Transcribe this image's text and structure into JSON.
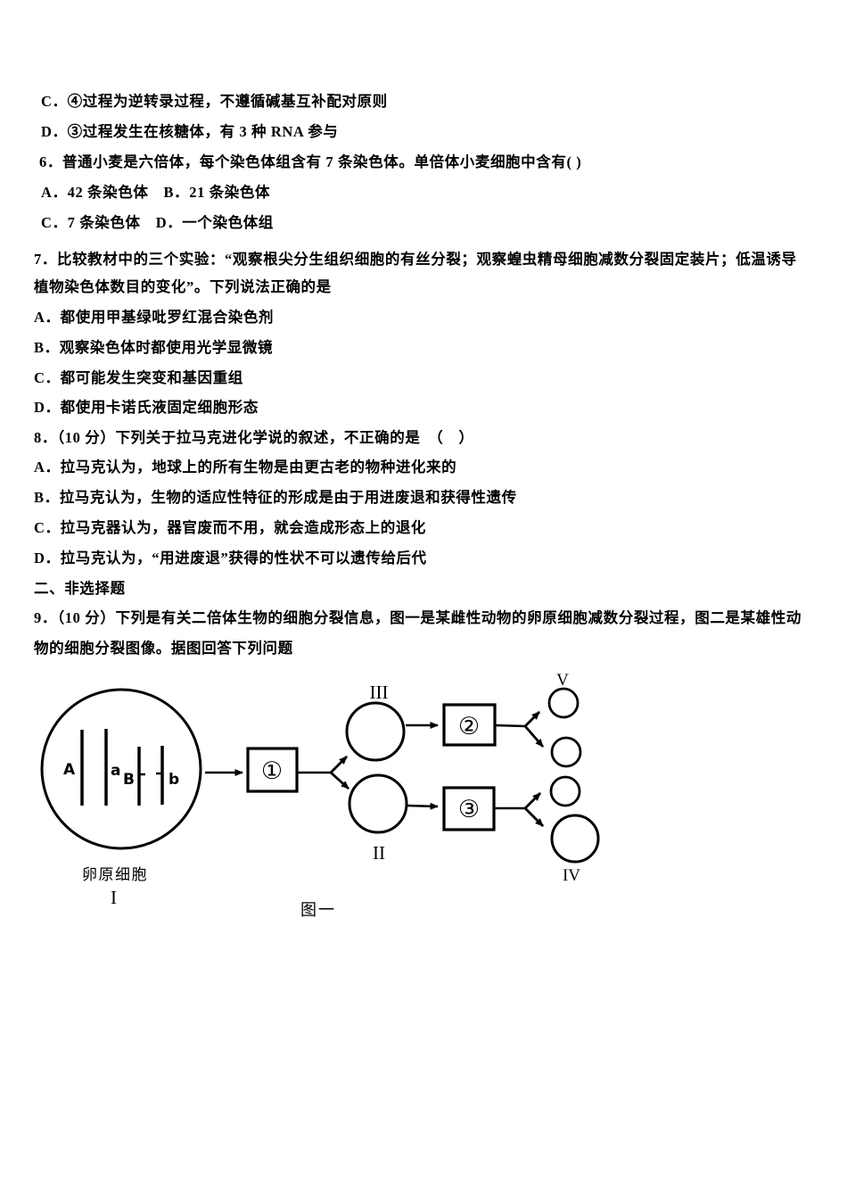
{
  "lines": [
    {
      "pre": "",
      "text": "C．④过程为逆转录过程，不遵循碱基互补配对原则",
      "post": ""
    },
    {
      "pre": "",
      "text": "D．③过程发生在核糖体，有 3 种 RNA 参与",
      "post": ""
    },
    {
      "pre": "6．",
      "text": "普通小麦是六倍体，每个染色体组含有 7 条染色体。单倍体小麦细胞中含有( )",
      "post": ""
    },
    {
      "pre": "",
      "text": "A．42 条染色体　B．21 条染色体",
      "post": ""
    },
    {
      "pre": "",
      "text": "C．7 条染色体　D．一个染色体组",
      "post": ""
    },
    {
      "pre": "7．",
      "text": "比较教材中的三个实验：“观察根尖分生组织细胞的有丝分裂；观察蝗虫精母细胞减数分裂固定装片；低温诱导",
      "post": ""
    },
    {
      "pre": "",
      "text": "植物染色体数目的变化”。下列说法正确的是",
      "post": ""
    },
    {
      "pre": "",
      "text": "A．都使用甲基绿吡罗红混合染色剂",
      "post": ""
    },
    {
      "pre": "",
      "text": "B．观察染色体时都使用光学显微镜",
      "post": ""
    },
    {
      "pre": "",
      "text": "C．都可能发生突变和基因重组",
      "post": ""
    },
    {
      "pre": "",
      "text": "D．都使用卡诺氏液固定细胞形态",
      "post": ""
    },
    {
      "pre": "8．（10 分）",
      "text": "下列关于拉马克进化学说的叙述，不正确的是",
      "post": "　（　）"
    },
    {
      "pre": "",
      "text": "A．拉马克认为，地球上的所有生物是由更古老的物种进化来的",
      "post": ""
    },
    {
      "pre": "",
      "text": "B．拉马克认为，生物的适应性特征的形成是由于用进废退和获得性遗传",
      "post": ""
    },
    {
      "pre": "",
      "text": "C．拉马克器认为，器官废而不用，就会造成形态上的退化",
      "post": ""
    },
    {
      "pre": "",
      "text": "D．拉马克认为，“用进废退”获得的性状不可以遗传给后代",
      "post": ""
    },
    {
      "pre": "",
      "text": "二、非选择题",
      "post": ""
    },
    {
      "pre": "9．（10 分）",
      "text": "下列是有关二倍体生物的细胞分裂信息，图一是某雌性动物的卵原细胞减数分裂过程，图二是某雄性动",
      "post": ""
    },
    {
      "pre": "",
      "text": "物的细胞分裂图像。据图回答下列问题",
      "post": ""
    }
  ],
  "figure": {
    "cell_label": "卵原细胞",
    "numeral_I": "I",
    "numeral_II": "II",
    "numeral_III": "III",
    "numeral_IV": "IV",
    "numeral_V": "V",
    "process_1": "①",
    "process_2": "②",
    "process_3": "③",
    "chromosome_labels": {
      "A": "A",
      "a_lower": "a",
      "B": "B",
      "b_lower": "b"
    },
    "caption": "图一"
  },
  "colors": {
    "text": "#000000",
    "background": "#ffffff"
  }
}
